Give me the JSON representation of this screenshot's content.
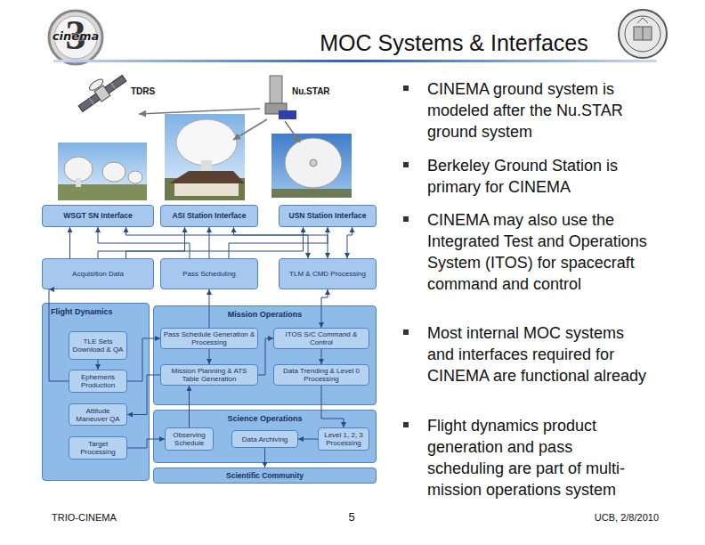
{
  "diagram": {
    "title": "MOC Systems & Interfaces",
    "nodes": [
      {
        "text": [
          "WSGT SN Interface"
        ]
      },
      {
        "text": [
          "ASI Station Interface"
        ]
      },
      {
        "text": [
          "USN Station Interface"
        ]
      },
      {
        "text": [
          "Acquisition Data"
        ]
      },
      {
        "text": [
          "Pass Scheduling"
        ]
      },
      {
        "text": [
          "TLM & CMD Processing"
        ]
      },
      {
        "text": [
          "Flight Dynamics"
        ]
      },
      {
        "text": [
          "TLE Sets Download & QA"
        ],
        "in": 6
      },
      {
        "text": [
          "Ephemeris Production"
        ],
        "in": 6
      },
      {
        "text": [
          "Attitude Maneuver QA"
        ],
        "in": 6
      },
      {
        "text": [
          "Target Processing"
        ],
        "in": 6
      },
      {
        "text": [
          "Mission Operations"
        ]
      },
      {
        "text": [
          "Pass Schedule Generation & Processing"
        ],
        "in": 11
      },
      {
        "text": [
          "ITOS S/C Command & Control"
        ],
        "in": 11
      },
      {
        "text": [
          "Mission Planning & ATS Table Generation"
        ],
        "in": 11
      },
      {
        "text": [
          "Data Trending & Level 0 Processing"
        ],
        "in": 11
      },
      {
        "text": [
          "Science Operations"
        ]
      },
      {
        "text": [
          "Observing Schedule"
        ],
        "in": 16
      },
      {
        "text": [
          "Data Archiving"
        ],
        "in": 16
      },
      {
        "text": [
          "Level 1, 2, 3 Processing"
        ],
        "in": 16
      },
      {
        "text": [
          "Scientific Community"
        ]
      }
    ],
    "edges": [
      {
        "from": 3,
        "to": 0,
        "arrow": "to"
      },
      {
        "from": 3,
        "to": 1,
        "arrow": "to"
      },
      {
        "from": 3,
        "to": 2,
        "arrow": "to"
      },
      {
        "from": 4,
        "to": 0,
        "arrow": "to"
      },
      {
        "from": 4,
        "to": 1,
        "arrow": "to"
      },
      {
        "from": 4,
        "to": 2,
        "arrow": "to"
      },
      {
        "from": 5,
        "to": 0,
        "arrow": "both"
      },
      {
        "from": 5,
        "to": 1,
        "arrow": "both"
      },
      {
        "from": 5,
        "to": 2,
        "arrow": "both"
      },
      {
        "from": 8,
        "to": 3,
        "arrow": "to"
      },
      {
        "from": 12,
        "to": 4,
        "arrow": "to"
      },
      {
        "from": 13,
        "to": 5,
        "arrow": "both"
      },
      {
        "from": 7,
        "to": 8,
        "arrow": "to"
      },
      {
        "from": 8,
        "to": 12,
        "arrow": "to"
      },
      {
        "from": 14,
        "to": 9,
        "arrow": "to"
      },
      {
        "from": 12,
        "to": 14,
        "arrow": "to"
      },
      {
        "from": 14,
        "to": 13,
        "arrow": "to"
      },
      {
        "from": 13,
        "to": 15,
        "arrow": "to"
      },
      {
        "from": 15,
        "to": 19,
        "arrow": "to"
      },
      {
        "from": 17,
        "to": 14,
        "arrow": "to"
      },
      {
        "from": 19,
        "to": 18,
        "arrow": "to"
      },
      {
        "from": 10,
        "to": 17,
        "arrow": "to"
      },
      {
        "from": 18,
        "to": 20,
        "arrow": "to"
      }
    ],
    "labels": [
      "3",
      "cinema",
      "TDRS",
      "Nu.STAR",
      "CINEMA ground system is modeled after the Nu.STAR ground system",
      "Berkeley Ground Station is primary for CINEMA",
      "CINEMA may also use the Integrated Test and Operations System (ITOS) for spacecraft command and control",
      "Most internal MOC systems and interfaces required for CINEMA are functional already",
      "Flight dynamics product generation and pass scheduling are part of multi-mission operations system",
      "TRIO-CINEMA",
      "5",
      "UCB, 2/8/2010"
    ]
  }
}
